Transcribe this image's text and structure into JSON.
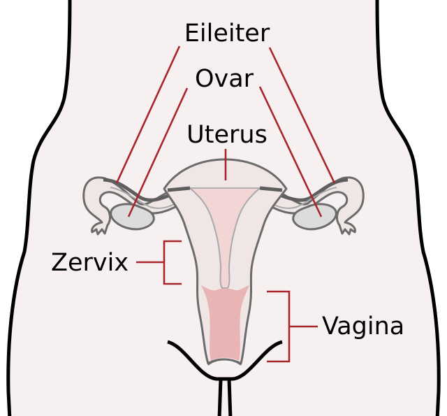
{
  "diagram": {
    "type": "anatomical-diagram",
    "subject": "female reproductive organs (frontal view)",
    "colors": {
      "background": "#ffffff",
      "body_fill": "#f6f0f0",
      "body_outline": "#000000",
      "organ_fill": "#f0e6e6",
      "organ_outline": "#6b6b6b",
      "uterine_cavity": "#f2d5d5",
      "vaginal_canal": "#e8b4b4",
      "ovary_fill": "#dcdcdc",
      "leader_lines": "#a8262b"
    },
    "labels": {
      "eileiter": "Eileiter",
      "ovar": "Ovar",
      "uterus": "Uterus",
      "zervix": "Zervix",
      "vagina": "Vagina"
    }
  }
}
